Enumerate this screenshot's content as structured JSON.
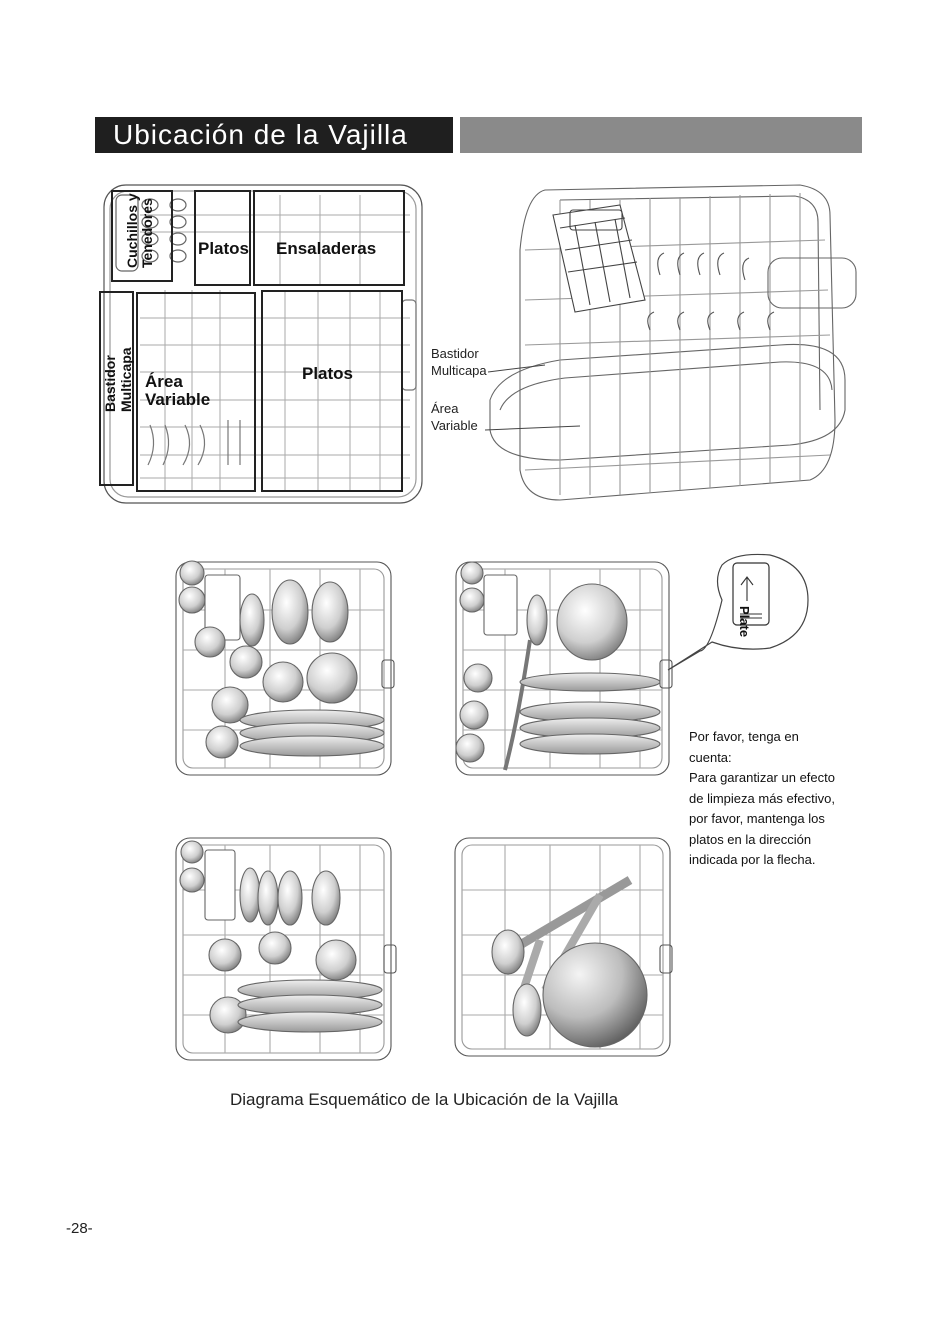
{
  "header": {
    "title": "Ubicación de la Vajilla"
  },
  "top_diagram": {
    "zones": {
      "cutlery_line1": "Cuchillos y",
      "cutlery_line2": "Tenedores",
      "plates_top": "Platos",
      "salad_bowls": "Ensaladeras",
      "multilayer_line1": "Bastidor",
      "multilayer_line2": "Multicapa",
      "variable_line1": "Área",
      "variable_line2": "Variable",
      "plates_main": "Platos"
    },
    "callouts": {
      "multilayer_line1": "Bastidor",
      "multilayer_line2": "Multicapa",
      "variable_line1": "Área",
      "variable_line2": "Variable"
    }
  },
  "bubble": {
    "label": "Plate"
  },
  "note": {
    "line1": "Por favor, tenga en",
    "line2": "cuenta:",
    "line3": "Para garantizar un efecto",
    "line4": "de limpieza más efectivo,",
    "line5": "por favor, mantenga los",
    "line6": "platos en la dirección",
    "line7": "indicada por la flecha."
  },
  "caption": "Diagrama Esquemático de la Ubicación de la Vajilla",
  "page_number": "-28-"
}
